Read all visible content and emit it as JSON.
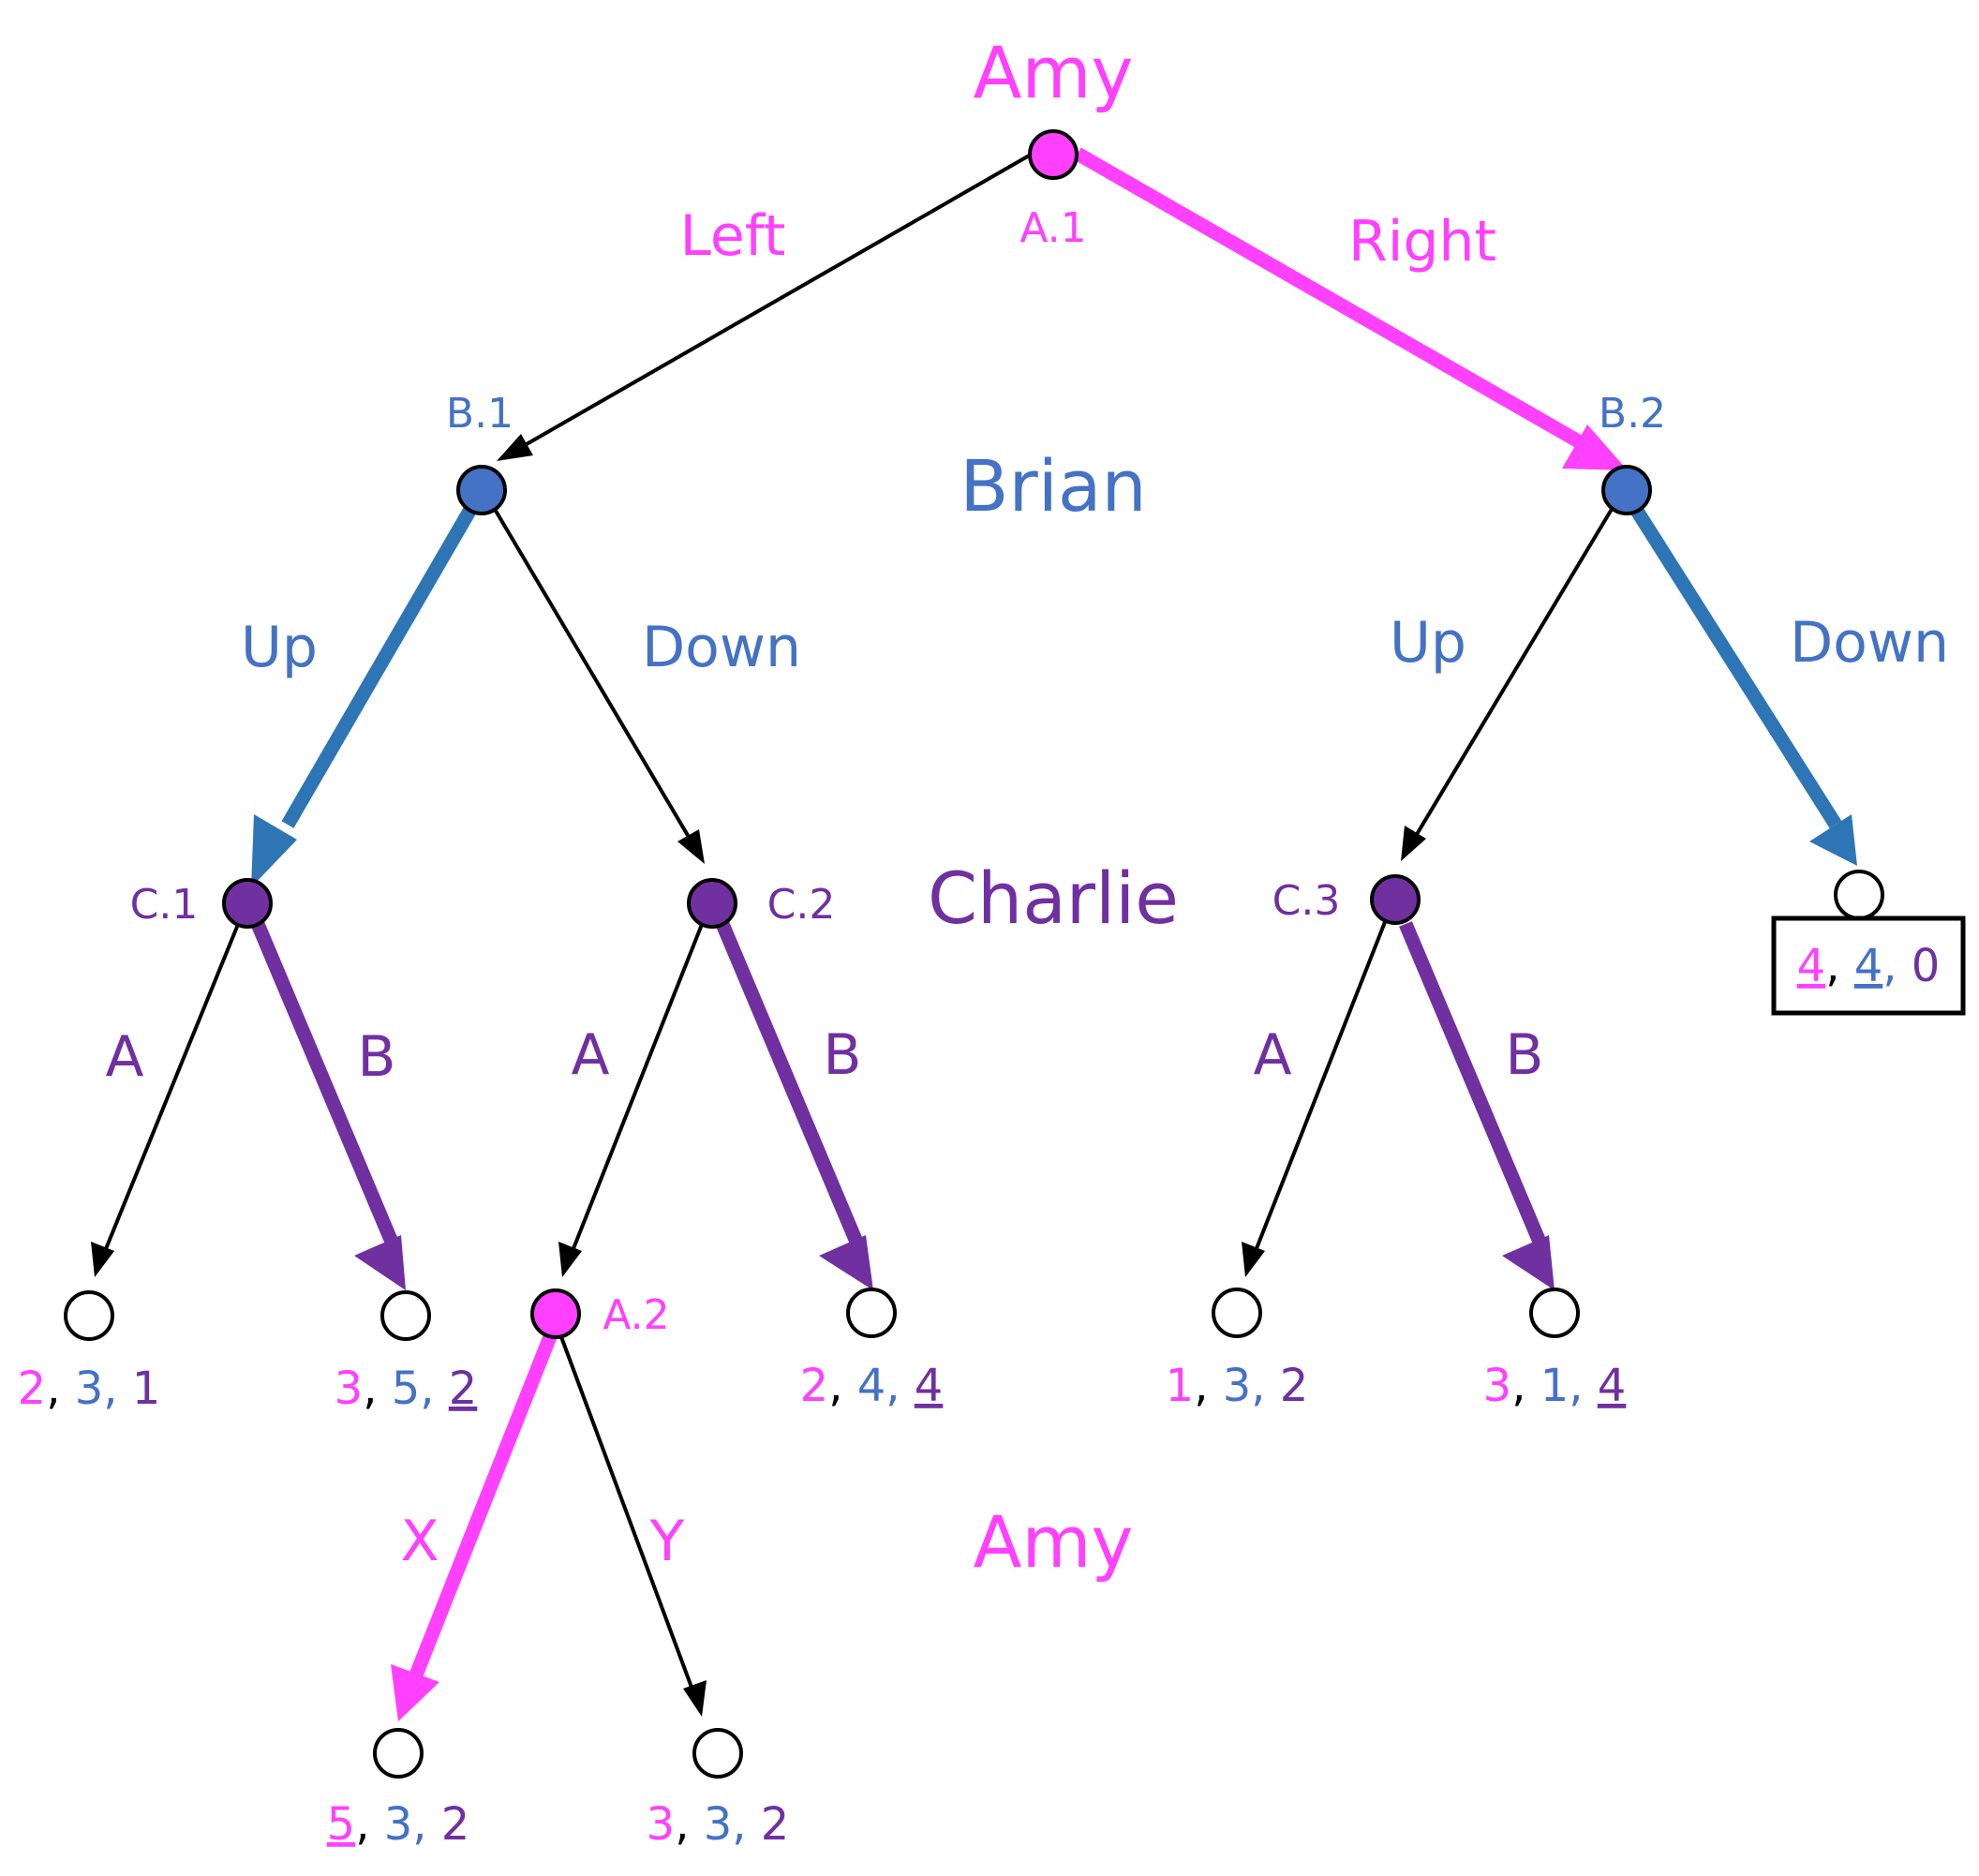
{
  "colors": {
    "amy": "#ff40ff",
    "brian": "#4472c4",
    "brian_arrow": "#2e75b6",
    "charlie": "#7030a0",
    "edge": "#000000"
  },
  "players": {
    "amy_top": "Amy",
    "brian": "Brian",
    "charlie": "Charlie",
    "amy_bottom": "Amy"
  },
  "node_ids": {
    "a1": "A.1",
    "b1": "B.1",
    "b2": "B.2",
    "c1": "C.1",
    "c2": "C.2",
    "c3": "C.3",
    "a2": "A.2"
  },
  "moves": {
    "a1_left": "Left",
    "a1_right": "Right",
    "b1_up": "Up",
    "b1_down": "Down",
    "b2_up": "Up",
    "b2_down": "Down",
    "c1_a": "A",
    "c1_b": "B",
    "c2_a": "A",
    "c2_b": "B",
    "c3_a": "A",
    "c3_b": "B",
    "a2_x": "X",
    "a2_y": "Y"
  },
  "payoffs": {
    "c1_a": [
      "2",
      "3",
      "1"
    ],
    "c1_b": [
      "3",
      "5",
      "2"
    ],
    "c2_b": [
      "2",
      "4",
      "4"
    ],
    "c3_a": [
      "1",
      "3",
      "2"
    ],
    "c3_b": [
      "3",
      "1",
      "4"
    ],
    "b2_down": [
      "4",
      "4",
      "0"
    ],
    "a2_x": [
      "5",
      "3",
      "2"
    ],
    "a2_y": [
      "3",
      "3",
      "2"
    ]
  },
  "payoff_separator": ", "
}
